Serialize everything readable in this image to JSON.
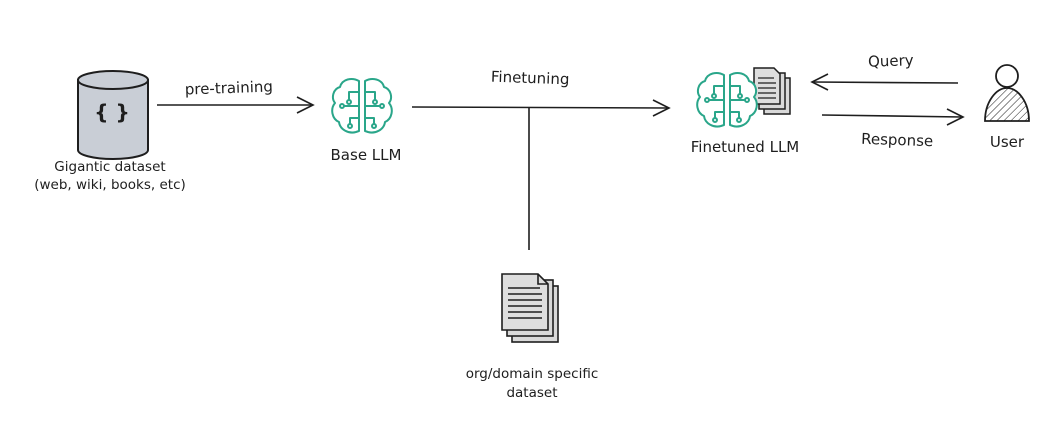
{
  "nodes": {
    "dataset": {
      "label_line1": "Gigantic dataset",
      "label_line2": "(web, wiki, books, etc)",
      "icon": "database-cylinder-icon",
      "glyph": "{ }"
    },
    "base_llm": {
      "label": "Base LLM",
      "icon": "neural-brain-icon"
    },
    "finetuned_llm": {
      "label": "Finetuned LLM",
      "icon": "neural-brain-with-documents-icon"
    },
    "user": {
      "label": "User",
      "icon": "user-person-icon"
    },
    "domain_dataset": {
      "label_line1": "org/domain specific",
      "label_line2": "dataset",
      "icon": "document-stack-icon"
    }
  },
  "edges": {
    "pretraining": "pre-training",
    "finetuning": "Finetuning",
    "query": "Query",
    "response": "Response"
  },
  "colors": {
    "stroke": "#1e1e1e",
    "brain": "#2aa68a",
    "cylinder_fill": "#c9ced6",
    "document_fill": "#d9d9d9"
  }
}
